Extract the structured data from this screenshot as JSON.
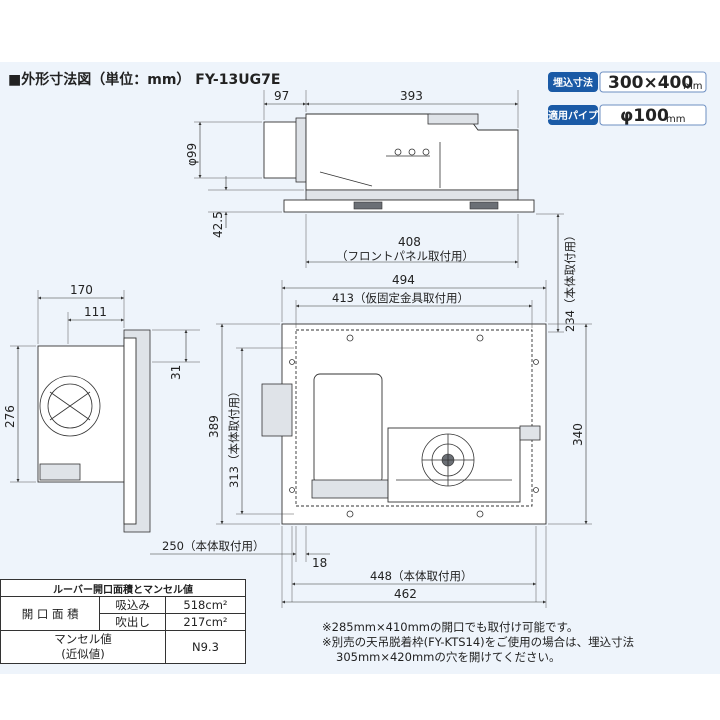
{
  "title": "■外形寸法図（単位：mm） FY-13UG7E",
  "specs": {
    "embed_label": "埋込寸法",
    "embed_value": "300×400",
    "embed_unit": "mm",
    "pipe_label": "適用パイプ",
    "pipe_value": "φ100",
    "pipe_unit": "mm"
  },
  "dimensions": {
    "top_97": "97",
    "top_393": "393",
    "phi99": "φ99",
    "d42_5": "42.5",
    "d408": "408",
    "d408_note": "（フロントパネル取付用）",
    "d494": "494",
    "d413": "413（仮固定金具取付用）",
    "d234": "234（本体取付用）",
    "d170": "170",
    "d111": "111",
    "d31": "31",
    "d276": "276",
    "d389": "389",
    "d313": "313（本体取付用）",
    "d340": "340",
    "d250": "250（本体取付用）",
    "d18": "18",
    "d448": "448（本体取付用）",
    "d462": "462"
  },
  "table": {
    "header": "ルーバー開口面積とマンセル値",
    "opening_label": "開 口 面 積",
    "intake_label": "吸込み",
    "intake_value": "518cm²",
    "outlet_label": "吹出し",
    "outlet_value": "217cm²",
    "munsell_label": "マンセル値",
    "munsell_sub": "(近似値)",
    "munsell_value": "N9.3"
  },
  "notes": [
    "※285mm×410mmの開口でも取付け可能です。",
    "※別売の天吊脱着枠(FY-KTS14)をご使用の場合は、埋込寸法",
    "  305mm×420mmの穴を開けてください。"
  ]
}
